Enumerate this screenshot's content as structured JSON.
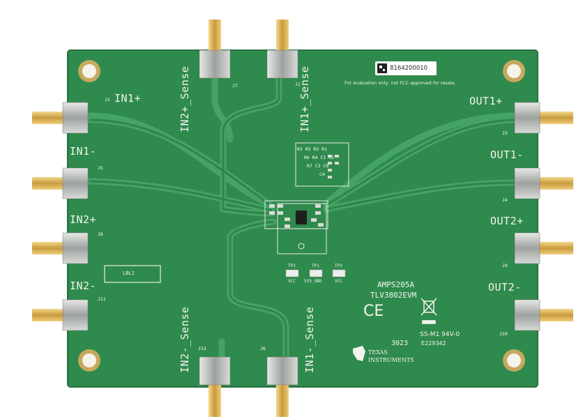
{
  "board": {
    "model": "TLV3802EVM",
    "part_number": "AMPS205A",
    "serial_label": "8164200010",
    "disclaimer": "For evaluation only; not FCC approved for resale.",
    "silkscreen_label_box": "LBL1",
    "manufacturer_line1": "TEXAS",
    "manufacturer_line2": "INSTRUMENTS",
    "ul_marking": "SS-M1 94V-0",
    "date_code": "3023",
    "ul_file": "E229342",
    "ce_mark": "CE",
    "colors": {
      "board": "#2f8a4d",
      "trace": "#3c9e5e",
      "silk": "#f2f5ee",
      "gold": "#d9b35a",
      "pad": "#c9ccc9"
    }
  },
  "connectors": {
    "left": [
      {
        "label": "IN1+",
        "ref": "J2"
      },
      {
        "label": "IN1-",
        "ref": "J5"
      },
      {
        "label": "IN2+",
        "ref": "J8"
      },
      {
        "label": "IN2-",
        "ref": "J11"
      }
    ],
    "right": [
      {
        "label": "OUT1+",
        "ref": "J3"
      },
      {
        "label": "OUT1-",
        "ref": "J4"
      },
      {
        "label": "OUT2+",
        "ref": "J9"
      },
      {
        "label": "OUT2-",
        "ref": "J10"
      }
    ],
    "top": [
      {
        "label": "IN2+_Sense",
        "ref": "J7"
      },
      {
        "label": "IN1+_Sense",
        "ref": "J1"
      }
    ],
    "bottom": [
      {
        "label": "IN2-_Sense",
        "ref": "J12"
      },
      {
        "label": "IN1-_Sense",
        "ref": "J6"
      }
    ]
  },
  "test_points": [
    {
      "ref": "TP2",
      "net": "VCC"
    },
    {
      "ref": "TP1",
      "net": "SYS_GND"
    },
    {
      "ref": "TP3",
      "net": "VCC"
    }
  ],
  "component_refs": {
    "row1": "R3 R5 R2 R1",
    "row2": "R6 R4 C1 C2",
    "row3": "R7 C3 C8",
    "row4": "C4"
  }
}
